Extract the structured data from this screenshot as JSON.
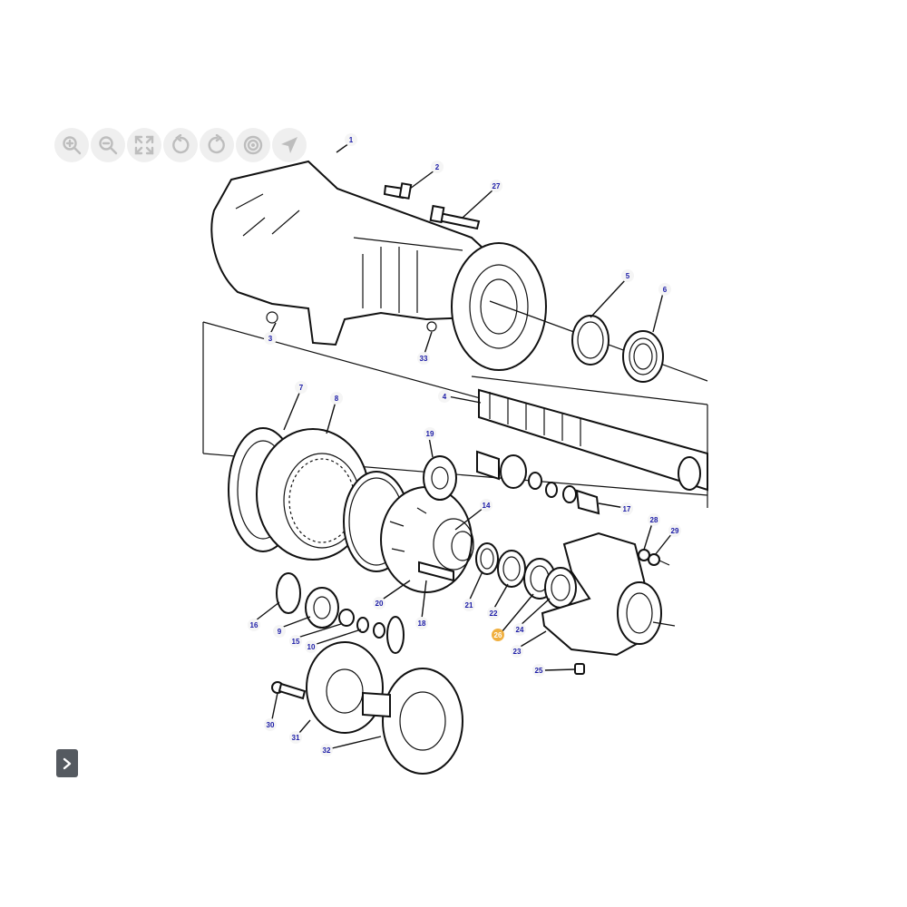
{
  "toolbar": {
    "buttons": [
      {
        "name": "zoom-in-button",
        "icon": "zoom-in-icon"
      },
      {
        "name": "zoom-out-button",
        "icon": "zoom-out-icon"
      },
      {
        "name": "fit-to-screen-button",
        "icon": "expand-icon"
      },
      {
        "name": "rotate-left-button",
        "icon": "rotate-left-icon"
      },
      {
        "name": "rotate-right-button",
        "icon": "rotate-right-icon"
      },
      {
        "name": "target-button",
        "icon": "target-icon"
      },
      {
        "name": "pointer-button",
        "icon": "navigation-arrow-icon"
      }
    ]
  },
  "side_panel": {
    "toggle_icon": "chevron-right-icon"
  },
  "colors": {
    "callout_text": "#1a1aa6",
    "callout_active": "#f0b040",
    "toolbar_icon": "#bdbdbd",
    "toolbar_bg": "#efefef",
    "panel_toggle_bg": "#555a60"
  },
  "diagram": {
    "active_callout": "26",
    "callouts": [
      {
        "label": "1"
      },
      {
        "label": "2"
      },
      {
        "label": "27"
      },
      {
        "label": "5"
      },
      {
        "label": "6"
      },
      {
        "label": "3"
      },
      {
        "label": "33"
      },
      {
        "label": "4"
      },
      {
        "label": "7"
      },
      {
        "label": "8"
      },
      {
        "label": "19"
      },
      {
        "label": "14"
      },
      {
        "label": "17"
      },
      {
        "label": "28"
      },
      {
        "label": "29"
      },
      {
        "label": "16"
      },
      {
        "label": "9"
      },
      {
        "label": "15"
      },
      {
        "label": "10"
      },
      {
        "label": "20"
      },
      {
        "label": "18"
      },
      {
        "label": "21"
      },
      {
        "label": "22"
      },
      {
        "label": "26"
      },
      {
        "label": "24"
      },
      {
        "label": "23"
      },
      {
        "label": "25"
      },
      {
        "label": "30"
      },
      {
        "label": "31"
      },
      {
        "label": "32"
      }
    ]
  }
}
